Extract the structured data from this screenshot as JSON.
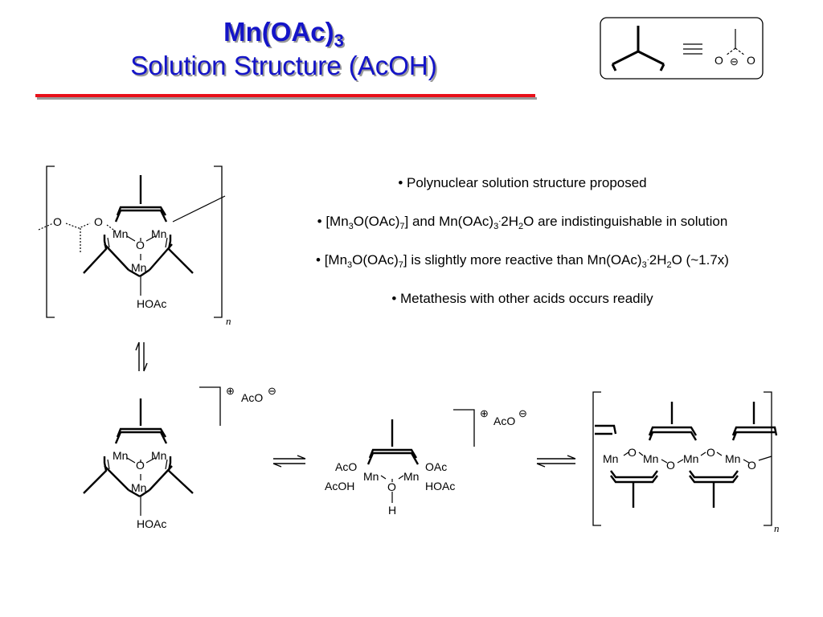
{
  "title": {
    "line1": "Mn(OAc)",
    "line1_sub": "3",
    "line2": "Solution Structure (AcOH)"
  },
  "legend_box": {
    "equiv": "≡",
    "o_left": "O",
    "o_right": "O",
    "charge": "⊖"
  },
  "bullets": {
    "b1": "• Polynuclear solution structure proposed",
    "b2": {
      "p1": "• [Mn",
      "s1": "3",
      "p2": "O(OAc)",
      "s2": "7",
      "p3": "] and Mn(OAc)",
      "s3": "3",
      "sup1": ".",
      "p4": "2H",
      "s4": "2",
      "p5": "O are indistinguishable in solution"
    },
    "b3": {
      "p1": "• [Mn",
      "s1": "3",
      "p2": "O(OAc)",
      "s2": "7",
      "p3": "] is slightly more reactive than Mn(OAc)",
      "s3": "3",
      "sup1": ".",
      "p4": "2H",
      "s4": "2",
      "p5": "O (~1.7x)"
    },
    "b4": "• Metathesis with other acids occurs readily"
  },
  "structures": {
    "mn": "Mn",
    "o": "O",
    "h": "H",
    "hoac": "HOAc",
    "aco": "AcO",
    "oac": "OAc",
    "acoh": "AcOH",
    "n": "n",
    "plus": "⊕",
    "minus": "⊖"
  }
}
